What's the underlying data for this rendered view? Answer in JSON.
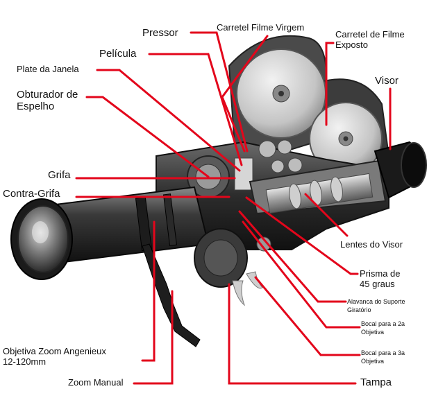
{
  "diagram": {
    "leader_color": "#e3061b",
    "labels": {
      "pressor": "Pressor",
      "carretel_virgem": "Carretel Filme Virgem",
      "carretel_exposto_1": "Carretel de Filme",
      "carretel_exposto_2": "Exposto",
      "pelicula": "Película",
      "plate_janela": "Plate da Janela",
      "obturador_1": "Obturador de",
      "obturador_2": "Espelho",
      "visor": "Visor",
      "grifa": "Grifa",
      "contra_grifa": "Contra-Grifa",
      "lentes_visor": "Lentes do Visor",
      "prisma_1": "Prisma de",
      "prisma_2": "45 graus",
      "alavanca_1": "Alavanca do Suporte",
      "alavanca_2": "Giratório",
      "bocal2_1": "Bocal para a 2a",
      "bocal2_2": "Objetiva",
      "bocal3_1": "Bocal para a 3a",
      "bocal3_2": "Objetiva",
      "objetiva_1": "Objetiva Zoom Angenieux",
      "objetiva_2": "12-120mm",
      "zoom_manual": "Zoom Manual",
      "tampa": "Tampa"
    }
  }
}
